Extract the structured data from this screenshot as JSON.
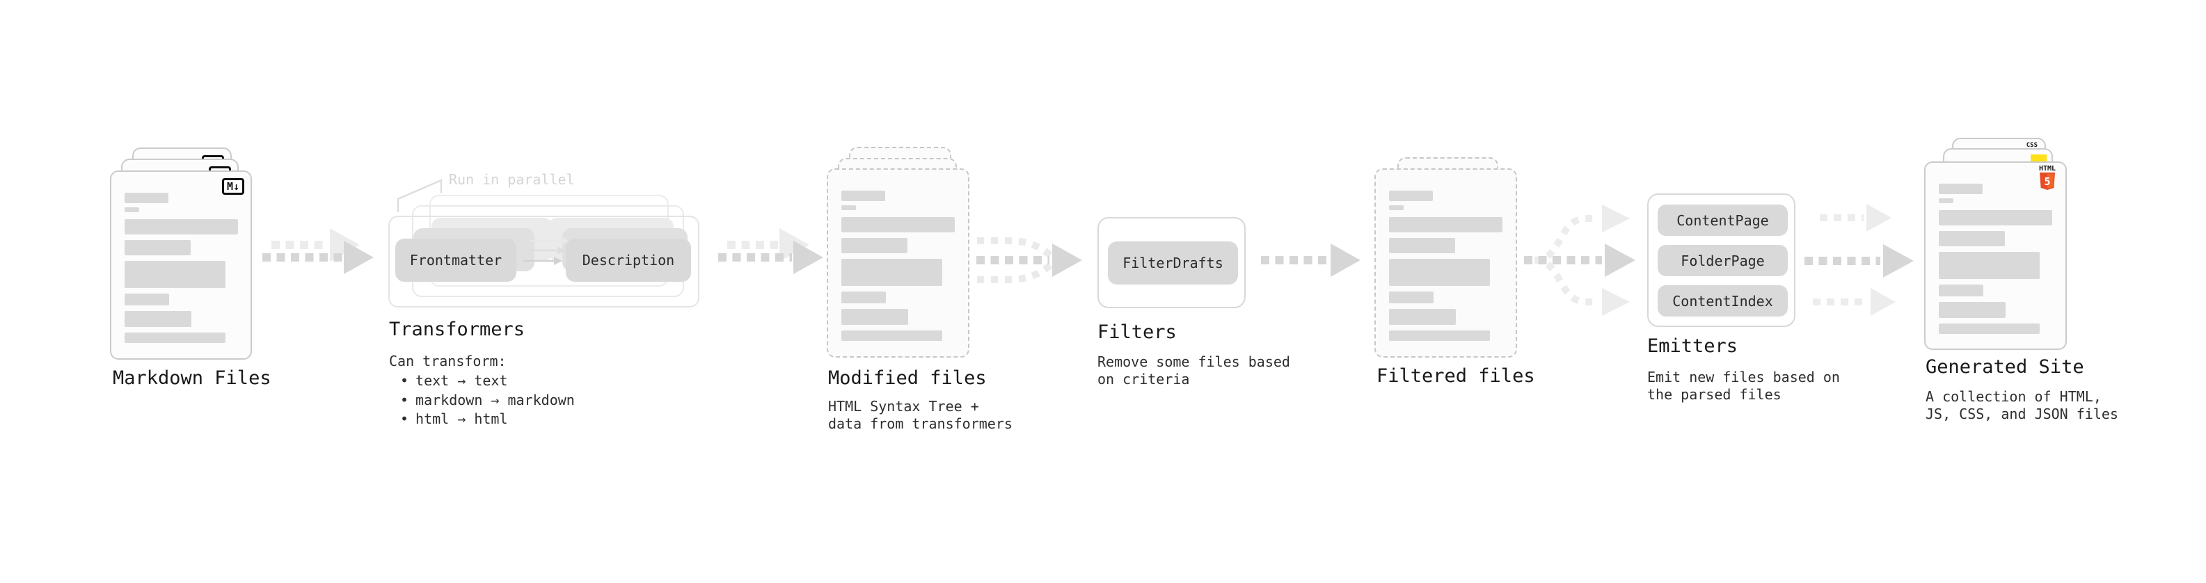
{
  "diagram": {
    "markdown_files": {
      "title": "Markdown Files",
      "badge": "M↓"
    },
    "transformers": {
      "annotation": "Run in parallel",
      "source_box": "Frontmatter",
      "target_box": "Description",
      "title": "Transformers",
      "body_heading": "Can transform:",
      "bullet_char": "•",
      "bullets": [
        "text → text",
        "markdown → markdown",
        "html → html"
      ]
    },
    "modified_files": {
      "title": "Modified files",
      "subtitle_lines": [
        "HTML Syntax Tree +",
        "data from transformers"
      ]
    },
    "filters": {
      "title": "Filters",
      "pill": "FilterDrafts",
      "subtitle_lines": [
        "Remove some files based",
        "on criteria"
      ]
    },
    "filtered_files": {
      "title": "Filtered files"
    },
    "emitters": {
      "title": "Emitters",
      "pills": [
        "ContentPage",
        "FolderPage",
        "ContentIndex"
      ],
      "subtitle_lines": [
        "Emit new files based on",
        "the parsed files"
      ]
    },
    "generated_site": {
      "title": "Generated Site",
      "subtitle_lines": [
        "A collection of HTML,",
        "JS, CSS, and JSON files"
      ],
      "badges": {
        "css": "CSS",
        "html_label": "HTML",
        "html_number": "5"
      }
    }
  },
  "colors": {
    "background": "#ffffff",
    "card_border": "#cbcbcb",
    "dashed_border": "#c7c7c7",
    "placeholder_bar": "#d9d9d9",
    "pill_fill": "#d9d9d9",
    "arrow_dark": "#d6d6d6",
    "arrow_light": "#ececec",
    "annotation_gray": "#d4d4d4",
    "title_text": "#191919",
    "body_text": "#2e2e2e",
    "html5_orange": "#e44d26",
    "html5_orange_light": "#f16529",
    "js_yellow": "#ffe115",
    "css_blue": "#2862e9"
  }
}
